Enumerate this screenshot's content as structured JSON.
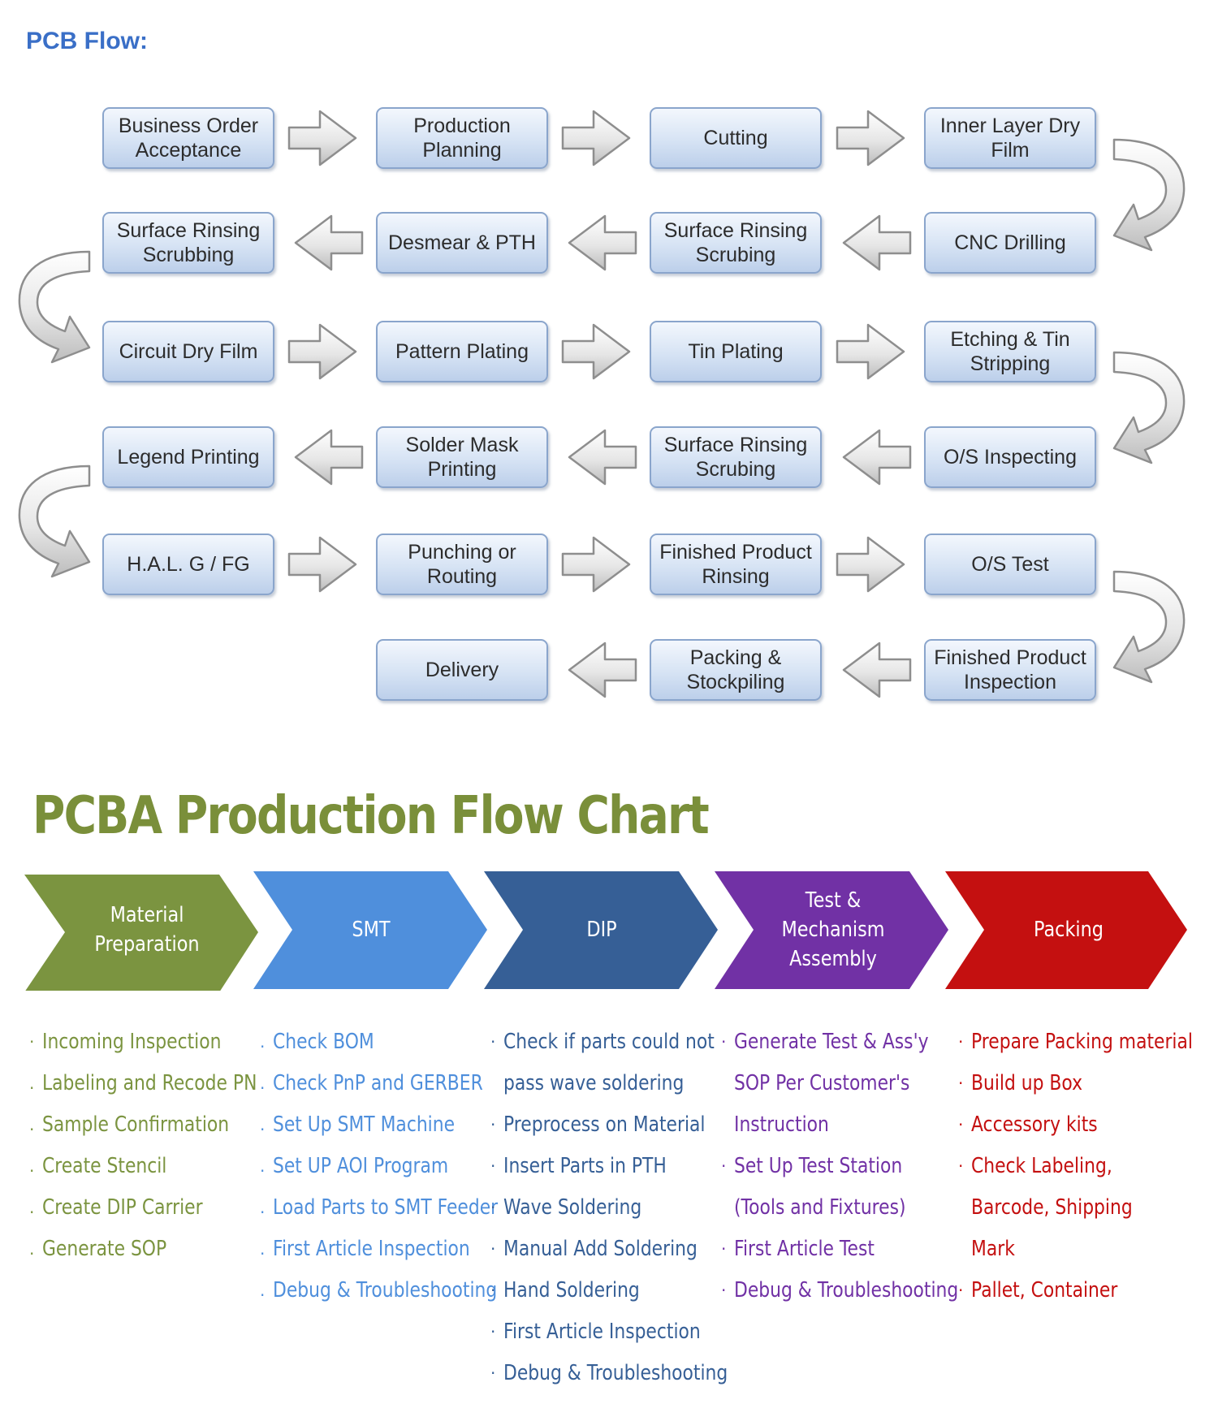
{
  "pcb_flow": {
    "title": "PCB Flow:",
    "rows": [
      [
        "Business Order Acceptance",
        "Production Planning",
        "Cutting",
        "Inner Layer Dry Film"
      ],
      [
        "Surface Rinsing Scrubbing",
        "Desmear & PTH",
        "Surface Rinsing Scrubing",
        "CNC Drilling"
      ],
      [
        "Circuit Dry Film",
        "Pattern Plating",
        "Tin Plating",
        "Etching & Tin Stripping"
      ],
      [
        "Legend Printing",
        "Solder Mask Printing",
        "Surface Rinsing Scrubing",
        "O/S Inspecting"
      ],
      [
        "H.A.L. G / FG",
        "Punching or Routing",
        "Finished Product Rinsing",
        "O/S Test"
      ],
      [
        "",
        "Delivery",
        "Packing & Stockpiling",
        "Finished Product Inspection"
      ]
    ]
  },
  "pcba": {
    "title": "PCBA Production Flow Chart",
    "colors": {
      "material": "#7b9440",
      "smt": "#4f8fdc",
      "dip": "#365f96",
      "test": "#7131a5",
      "packing": "#c41010"
    },
    "stages": {
      "material": {
        "label": "Material Preparation",
        "items": [
          "Incoming Inspection",
          "Labeling and Recode PN",
          "Sample Confirmation",
          "Create Stencil",
          "Create DIP Carrier",
          "Generate SOP"
        ]
      },
      "smt": {
        "label": "SMT",
        "items": [
          "Check BOM",
          "Check PnP and GERBER",
          "Set Up SMT Machine",
          "Set UP AOI Program",
          "Load Parts to SMT Feeder",
          "First Article Inspection",
          "Debug & Troubleshooting"
        ]
      },
      "dip": {
        "label": "DIP",
        "items": [
          "Check if parts could not pass wave soldering",
          "Preprocess on Material",
          "Insert Parts in PTH",
          "Wave Soldering",
          "Manual Add Soldering",
          "Hand Soldering",
          "First Article Inspection",
          "Debug & Troubleshooting"
        ]
      },
      "test": {
        "label": "Test & Mechanism Assembly",
        "items": [
          "Generate Test & Ass'y SOP Per Customer's Instruction",
          "Set Up Test Station (Tools and Fixtures)",
          "First Article Test",
          "Debug & Troubleshooting"
        ]
      },
      "packing": {
        "label": "Packing",
        "items": [
          "Prepare Packing material",
          "Build up Box",
          "Accessory kits",
          "Check Labeling, Barcode, Shipping Mark",
          "Pallet, Container"
        ]
      }
    }
  }
}
